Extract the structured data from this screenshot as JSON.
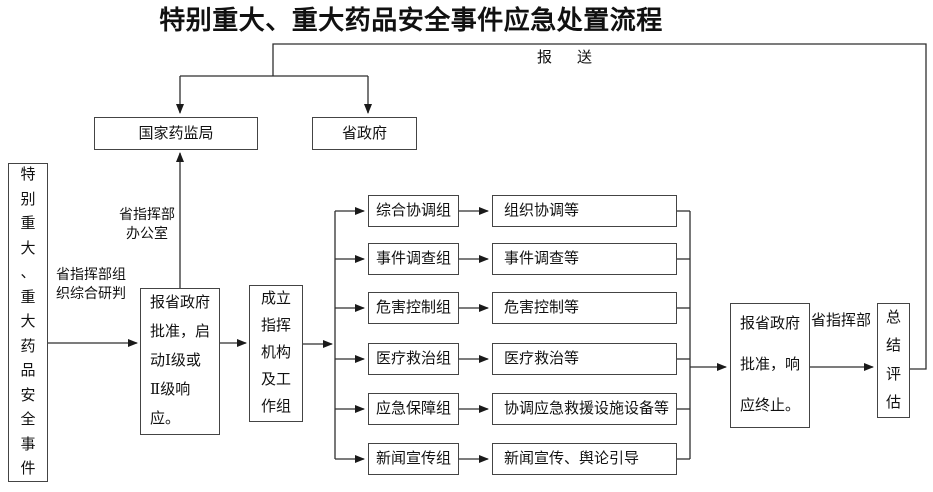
{
  "title": "特别重大、重大药品安全事件应急处置流程",
  "colors": {
    "line": "#2f2f2f",
    "box_border": "#444444",
    "text": "#111111",
    "background": "#ffffff"
  },
  "nodes": {
    "incident": "特\n别\n重\n大\n、\n重\n大\n药\n品\n安\n全\n事\n件",
    "nmpa": "国家药监局",
    "provincial_gov": "省政府",
    "approve_start": "报省政府\n批准，启\n动Ⅰ级或\nⅡ级响\n应。",
    "setup": "成立\n指挥\n机构\n及工\n作组",
    "approve_end": "报省政府\n批准，响\n应终止。",
    "summary": "总\n结\n评\n估"
  },
  "edge_labels": {
    "report": "报　送",
    "joint_research": "省指挥部组\n织综合研判",
    "hq_office": "省指挥部\n办公室",
    "hq": "省指挥部"
  },
  "workgroups": [
    {
      "group": "综合协调组",
      "task": "组织协调等"
    },
    {
      "group": "事件调查组",
      "task": "事件调查等"
    },
    {
      "group": "危害控制组",
      "task": "危害控制等"
    },
    {
      "group": "医疗救治组",
      "task": "医疗救治等"
    },
    {
      "group": "应急保障组",
      "task": "协调应急救援设施设备等"
    },
    {
      "group": "新闻宣传组",
      "task": "新闻宣传、舆论引导"
    }
  ]
}
